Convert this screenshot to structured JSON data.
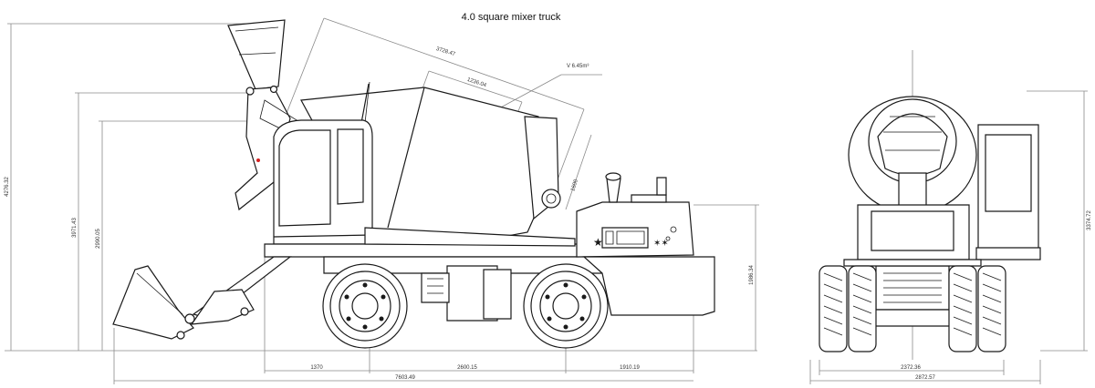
{
  "title": "4.0 square mixer truck",
  "volume_label": "V 6.45m³",
  "dimensions": {
    "overall_height": "4276.32",
    "cab_height": "3971.43",
    "bucket_height": "2990.05",
    "drum_length": "3728.47",
    "drum_body_length": "1236.04",
    "drum_diameter": "1600",
    "engine_height": "1986.34",
    "front_overhang": "1370",
    "wheelbase": "2600.15",
    "rear_overhang": "1910.19",
    "overall_length": "7603.49",
    "track_width": "2372.36",
    "overall_width": "2872.57",
    "rear_height": "3374.72"
  }
}
